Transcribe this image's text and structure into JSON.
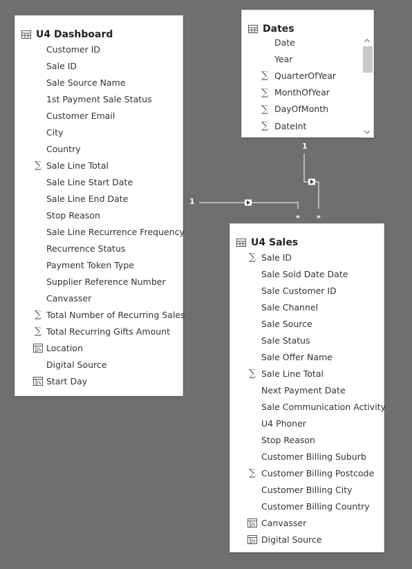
{
  "tables": {
    "dashboard": {
      "title": "U4 Dashboard",
      "fields": [
        {
          "label": "Customer ID",
          "icon": ""
        },
        {
          "label": "Sale ID",
          "icon": ""
        },
        {
          "label": "Sale Source Name",
          "icon": ""
        },
        {
          "label": "1st Payment Sale Status",
          "icon": ""
        },
        {
          "label": "Customer Email",
          "icon": ""
        },
        {
          "label": "City",
          "icon": ""
        },
        {
          "label": "Country",
          "icon": ""
        },
        {
          "label": "Sale Line Total",
          "icon": "sigma"
        },
        {
          "label": "Sale Line Start Date",
          "icon": ""
        },
        {
          "label": "Sale Line End Date",
          "icon": ""
        },
        {
          "label": "Stop Reason",
          "icon": ""
        },
        {
          "label": "Sale Line Recurrence Frequency",
          "icon": ""
        },
        {
          "label": "Recurrence Status",
          "icon": ""
        },
        {
          "label": "Payment Token Type",
          "icon": ""
        },
        {
          "label": "Supplier Reference Number",
          "icon": ""
        },
        {
          "label": "Canvasser",
          "icon": ""
        },
        {
          "label": "Total Number of Recurring Sales",
          "icon": "sigma"
        },
        {
          "label": "Total Recurring Gifts Amount",
          "icon": "sigma"
        },
        {
          "label": "Location",
          "icon": "calc"
        },
        {
          "label": "Digital Source",
          "icon": ""
        },
        {
          "label": "Start Day",
          "icon": "calc"
        }
      ]
    },
    "dates": {
      "title": "Dates",
      "fields": [
        {
          "label": "Date",
          "icon": ""
        },
        {
          "label": "Year",
          "icon": ""
        },
        {
          "label": "QuarterOfYear",
          "icon": "sigma"
        },
        {
          "label": "MonthOfYear",
          "icon": "sigma"
        },
        {
          "label": "DayOfMonth",
          "icon": "sigma"
        },
        {
          "label": "DateInt",
          "icon": "sigma"
        }
      ]
    },
    "sales": {
      "title": "U4 Sales",
      "fields": [
        {
          "label": "Sale ID",
          "icon": "sigma"
        },
        {
          "label": "Sale Sold Date Date",
          "icon": ""
        },
        {
          "label": "Sale Customer ID",
          "icon": ""
        },
        {
          "label": "Sale Channel",
          "icon": ""
        },
        {
          "label": "Sale Source",
          "icon": ""
        },
        {
          "label": "Sale Status",
          "icon": ""
        },
        {
          "label": "Sale Offer Name",
          "icon": ""
        },
        {
          "label": "Sale Line Total",
          "icon": "sigma"
        },
        {
          "label": "Next Payment Date",
          "icon": ""
        },
        {
          "label": "Sale Communication Activity",
          "icon": ""
        },
        {
          "label": "U4 Phoner",
          "icon": ""
        },
        {
          "label": "Stop Reason",
          "icon": ""
        },
        {
          "label": "Customer Billing Suburb",
          "icon": ""
        },
        {
          "label": "Customer Billing Postcode",
          "icon": "sigma"
        },
        {
          "label": "Customer Billing City",
          "icon": ""
        },
        {
          "label": "Customer Billing Country",
          "icon": ""
        },
        {
          "label": "Canvasser",
          "icon": "calc"
        },
        {
          "label": "Digital Source",
          "icon": "calc"
        }
      ]
    }
  },
  "relationships": {
    "dashboard_to_sales": {
      "from_cardinality": "1",
      "to_cardinality": "*"
    },
    "dates_to_sales": {
      "from_cardinality": "1",
      "to_cardinality": "*"
    }
  },
  "colors": {
    "canvas": "#6f6f6f",
    "card": "#ffffff",
    "line": "#ffffff",
    "text": "#333333"
  }
}
